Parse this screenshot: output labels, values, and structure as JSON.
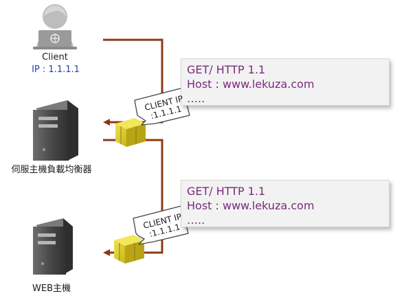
{
  "client": {
    "name": "Client",
    "ip": "IP : 1.1.1.1"
  },
  "load_balancer": {
    "name": "伺服主機負載均衡器"
  },
  "web_server": {
    "name": "WEB主機"
  },
  "request_upper": {
    "line1": "GET/ HTTP 1.1",
    "line2": "Host : www.lekuza.com",
    "line3": "….."
  },
  "request_lower": {
    "line1": "GET/ HTTP 1.1",
    "line2": "Host : www.lekuza.com",
    "line3": "….."
  },
  "bubble_upper": {
    "line1": "CLIENT IP",
    "line2": ":1.1.1.1"
  },
  "bubble_lower": {
    "line1": "CLIENT IP",
    "line2": ":1.1.1.1"
  },
  "colors": {
    "wire": "#8b3a14",
    "request_text": "#7a2a7a",
    "client_ip": "#1f3fbf",
    "package": "#d9c62a"
  }
}
